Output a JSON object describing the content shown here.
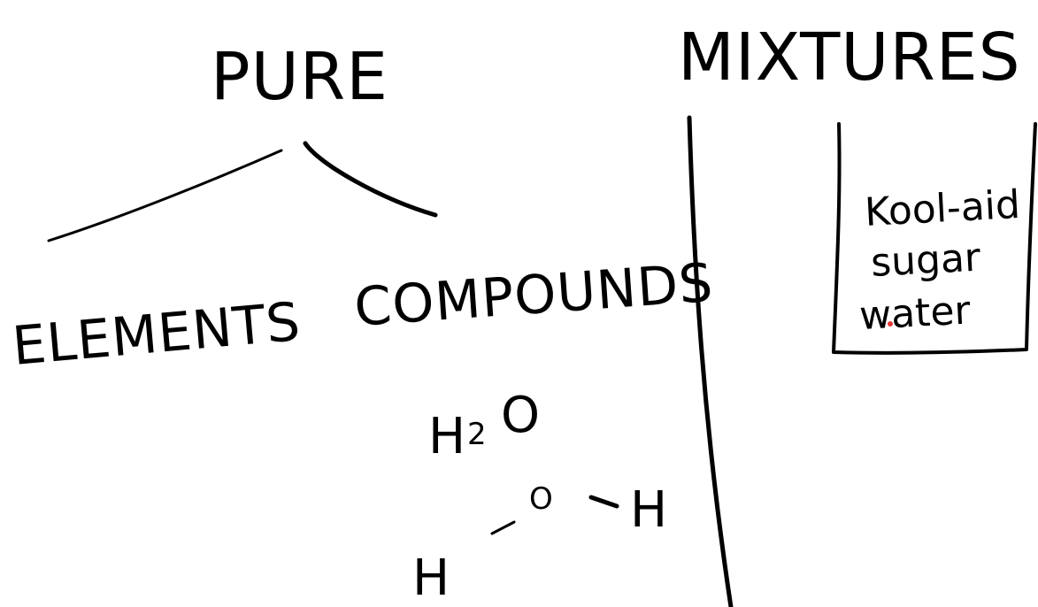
{
  "whiteboard": {
    "background": "#ffffff",
    "ink_color": "#000000",
    "pen_dot_color": "#e53935",
    "pure": {
      "title": "PURE",
      "branches": {
        "left": "ELEMENTS",
        "right": "COMPOUNDS"
      },
      "formula": {
        "prefix": "H",
        "subscript": "2",
        "suffix": "O"
      },
      "structure": {
        "left_atom": "H",
        "center_atom": "O",
        "right_atom": "H"
      }
    },
    "mixtures": {
      "title": "MIXTURES",
      "example": {
        "line1": "Kool-aid",
        "line2": "sugar",
        "line3": "water"
      }
    }
  }
}
